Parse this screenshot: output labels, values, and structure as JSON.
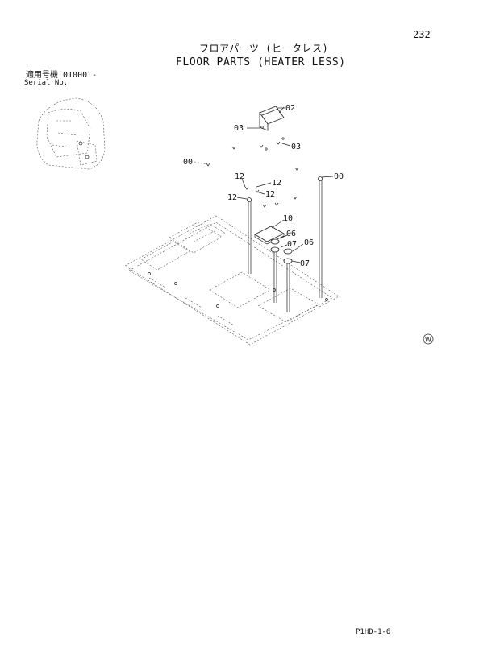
{
  "header": {
    "page_number": "232",
    "title_japanese": "フロアパーツ (ヒータレス)",
    "title_english": "FLOOR PARTS (HEATER LESS)"
  },
  "serial": {
    "label_japanese": "適用号機 010001-",
    "label_english": "Serial No."
  },
  "callouts": {
    "c02": "02",
    "c03a": "03",
    "c03b": "03",
    "c00a": "00",
    "c00b": "00",
    "c12a": "12",
    "c12b": "12",
    "c12c": "12",
    "c12d": "12",
    "c10": "10",
    "c06a": "06",
    "c06b": "06",
    "c07a": "07",
    "c07b": "07"
  },
  "watermark": "W",
  "footer": {
    "code": "P1HD-1-6"
  }
}
